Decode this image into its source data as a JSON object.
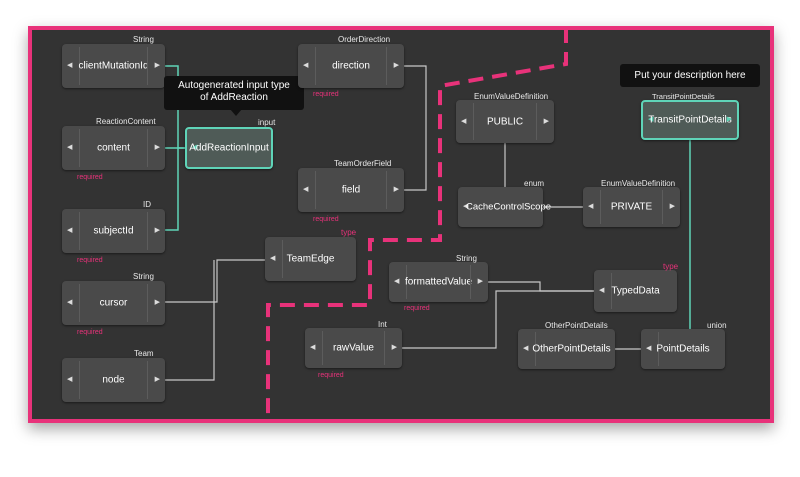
{
  "nodes": {
    "client_mutation_id": {
      "name": "clientMutationId",
      "type": "String"
    },
    "content": {
      "name": "content",
      "type": "ReactionContent",
      "required": "required"
    },
    "add_reaction_input": {
      "name": "AddReactionInput",
      "type": "input"
    },
    "subject_id": {
      "name": "subjectId",
      "type": "ID",
      "required": "required"
    },
    "cursor": {
      "name": "cursor",
      "type": "String",
      "required": "required"
    },
    "node": {
      "name": "node",
      "type": "Team"
    },
    "direction": {
      "name": "direction",
      "type": "OrderDirection",
      "required": "required"
    },
    "field": {
      "name": "field",
      "type": "TeamOrderField",
      "required": "required"
    },
    "team_edge": {
      "name": "TeamEdge",
      "type": "type"
    },
    "public": {
      "name": "PUBLIC",
      "type": "EnumValueDefinition"
    },
    "cache_control_scope": {
      "name": "CacheControlScope",
      "type": "enum"
    },
    "private": {
      "name": "PRIVATE",
      "type": "EnumValueDefinition"
    },
    "transit_point_details": {
      "name": "TransitPointDetails",
      "type": "TransitPointDetails"
    },
    "formatted_value": {
      "name": "formattedValue",
      "type": "String",
      "required": "required"
    },
    "typed_data": {
      "name": "TypedData",
      "type": "type"
    },
    "raw_value": {
      "name": "rawValue",
      "type": "Int",
      "required": "required"
    },
    "other_point_details": {
      "name": "OtherPointDetails",
      "type": "OtherPointDetails"
    },
    "point_details": {
      "name": "PointDetails",
      "type": "union"
    }
  },
  "tooltips": {
    "add_reaction": "Autogenerated input type of AddReaction",
    "description": "Put your description here"
  },
  "icons": {
    "left_arrow": "◀",
    "right_arrow": "▶"
  },
  "colors": {
    "frame": "#e8327a",
    "highlight": "#5fd4b8",
    "background": "#333333",
    "node": "#4a4a4a"
  }
}
